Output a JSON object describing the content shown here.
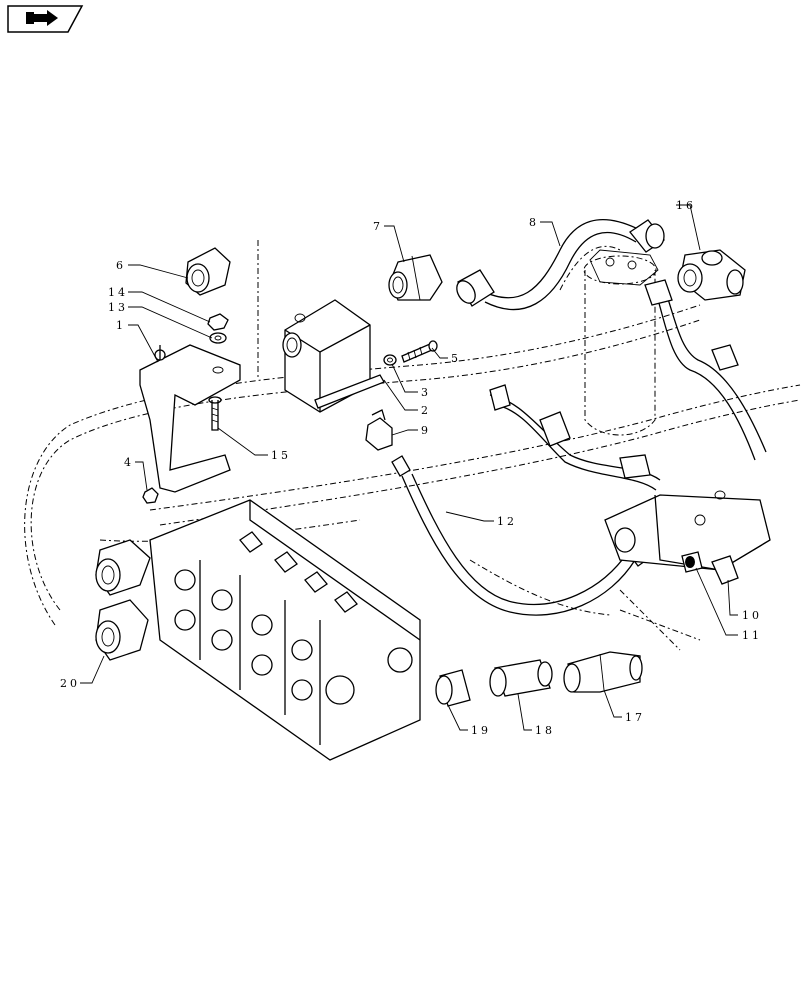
{
  "nav_icon": "forward-page-icon",
  "callouts": {
    "c1": "1",
    "c2": "2",
    "c3": "3",
    "c4": "4",
    "c5": "5",
    "c6": "6",
    "c7": "7",
    "c8": "8",
    "c9": "9",
    "c10": "10",
    "c11": "11",
    "c12": "12",
    "c13": "13",
    "c14": "14",
    "c15": "15",
    "c16": "16",
    "c17": "17",
    "c18": "18",
    "c19": "19",
    "c20": "20"
  }
}
